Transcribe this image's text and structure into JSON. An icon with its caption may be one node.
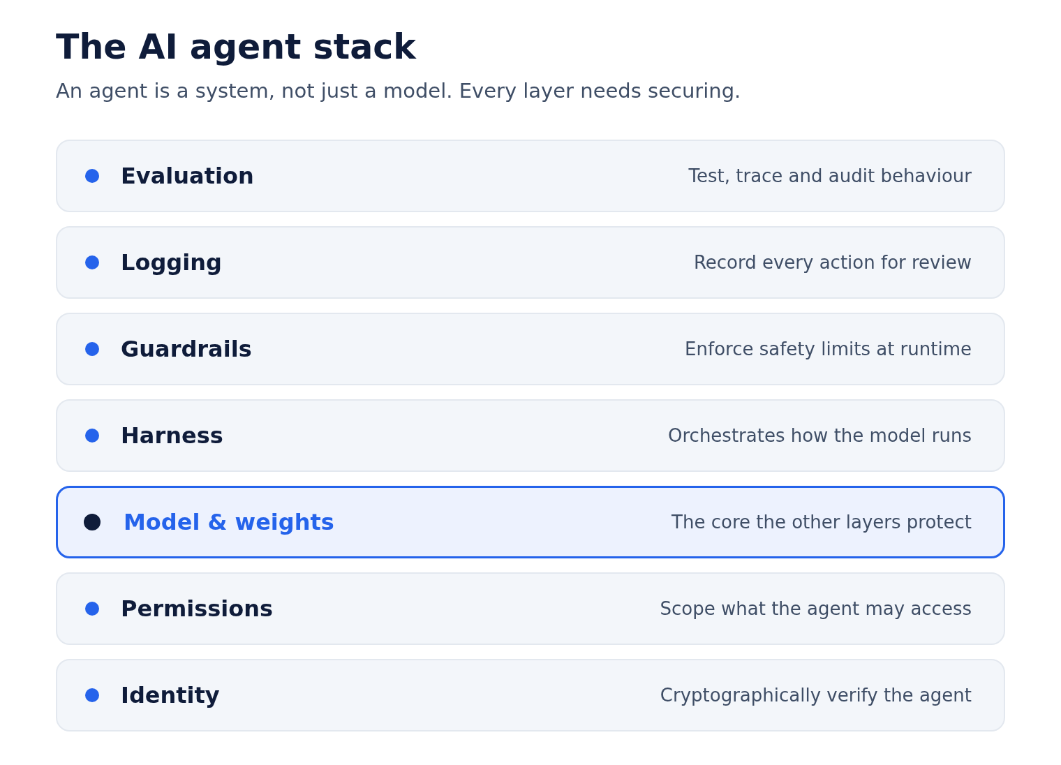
{
  "diagram": {
    "title": "The AI agent stack",
    "nodes": [
      {
        "text": [
          "Evaluation",
          "Test, trace and audit behaviour"
        ]
      },
      {
        "text": [
          "Logging",
          "Record every action for review"
        ]
      },
      {
        "text": [
          "Guardrails",
          "Enforce safety limits at runtime"
        ]
      },
      {
        "text": [
          "Harness",
          "Orchestrates how the model runs"
        ]
      },
      {
        "text": [
          "Model & weights",
          "The core the other layers protect"
        ]
      },
      {
        "text": [
          "Permissions",
          "Scope what the agent may access"
        ]
      },
      {
        "text": [
          "Identity",
          "Cryptographically verify the agent"
        ]
      }
    ],
    "labels": [
      "An agent is a system, not just a model. Every layer needs securing."
    ]
  }
}
